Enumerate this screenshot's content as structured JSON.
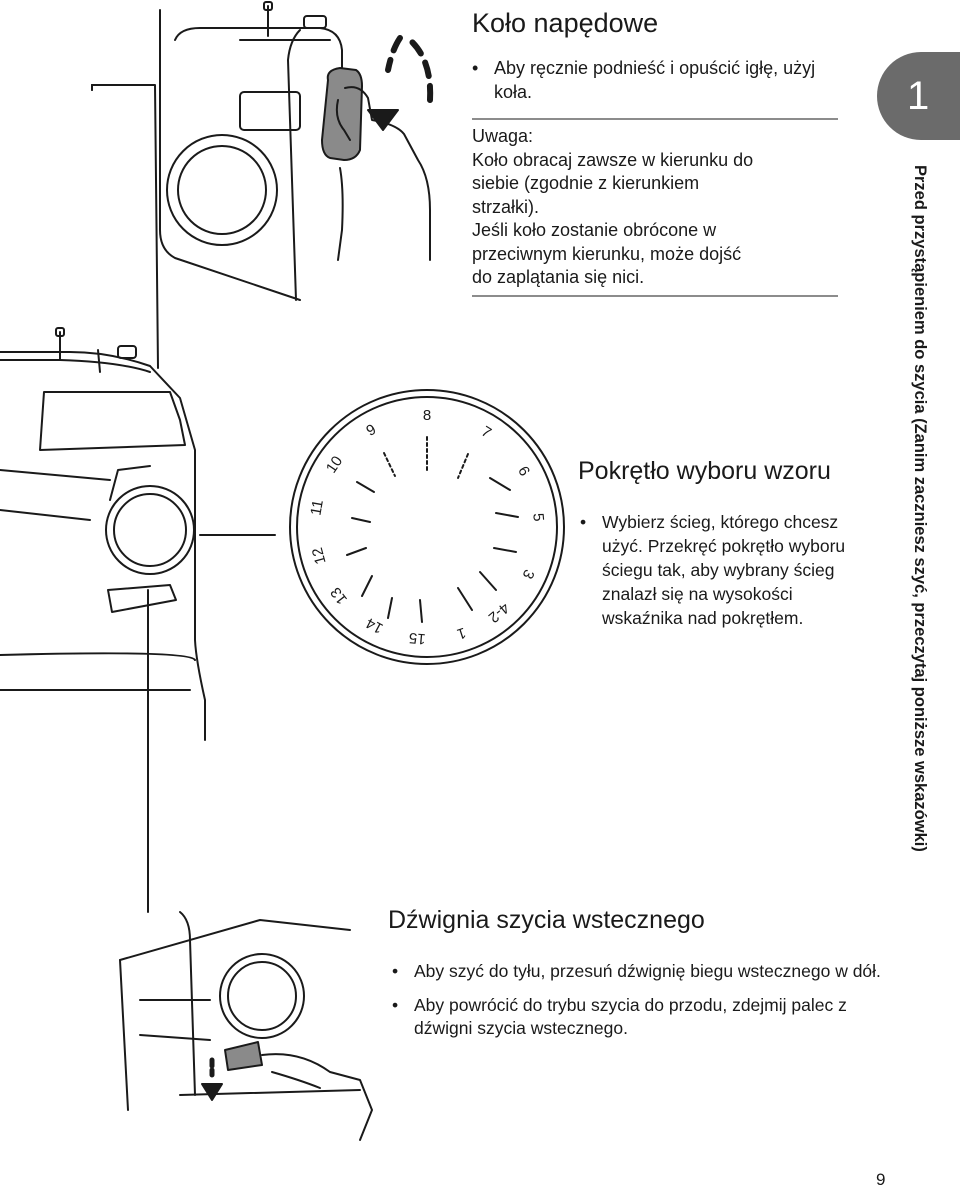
{
  "handwheel": {
    "title": "Koło napędowe",
    "bullets": [
      "Aby ręcznie podnieść i opuścić igłę, użyj koła."
    ],
    "note_lines": [
      "Uwaga:",
      "Koło obracaj zawsze w kierunku do",
      "siebie (zgodnie z kierunkiem",
      "strzałki).",
      "Jeśli koło zostanie obrócone w",
      "przeciwnym kierunku, może dojść",
      "do zaplątania się nici."
    ]
  },
  "pattern_dial": {
    "title": "Pokrętło wyboru wzoru",
    "bullets": [
      "Wybierz ścieg, którego chcesz użyć. Przekręć pokrętło wyboru ściegu tak, aby wybrany ścieg znalazł się na wysokości wskaźnika nad pokrętłem."
    ],
    "numbers": [
      "8",
      "7",
      "6",
      "5",
      "3",
      "4-2",
      "1",
      "15",
      "14",
      "13",
      "12",
      "11",
      "10",
      "9"
    ]
  },
  "reverse_lever": {
    "title": "Dźwignia szycia wstecznego",
    "bullets": [
      "Aby szyć do tyłu, przesuń dźwignię biegu wstecznego w dół.",
      "Aby powrócić do trybu szycia do przodu, zdejmij palec z dźwigni szycia wstecznego."
    ]
  },
  "chapter_tab": {
    "number": "1",
    "side_title": "Przed przystąpieniem do szycia (Zanim zaczniesz szyć, przeczytaj poniższe wskazówki)"
  },
  "page_number": "9",
  "colors": {
    "tab": "#6b6b6b",
    "rule": "#8c8c8c",
    "line_art": "#1a1a1a"
  }
}
